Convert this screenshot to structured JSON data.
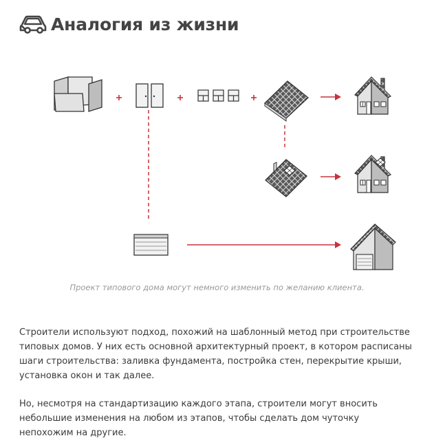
{
  "section": {
    "icon": "car-icon",
    "title": "Аналогия из жизни"
  },
  "illustration": {
    "plus_sign": "+",
    "caption": "Проект типового дома могут немного изменить по желанию клиента."
  },
  "paragraphs": [
    "Строители используют подход, похожий на шаблонный метод при строительстве типовых домов. У них есть основной архитектурный проект, в котором расписаны шаги строительства: заливка фундамента, постройка стен, перекрытие крыши, установка окон и так далее.",
    "Но, несмотря на стандартизацию каждого этапа, строители могут вносить небольшие изменения на любом из этапов, чтобы сделать дом чуточку непохожим на другие."
  ],
  "colors": {
    "accent": "#c8323c",
    "outline": "#3a3a3a",
    "fill_light": "#e8e8e8",
    "fill_mid": "#bdbdbd",
    "roof": "#555555"
  }
}
